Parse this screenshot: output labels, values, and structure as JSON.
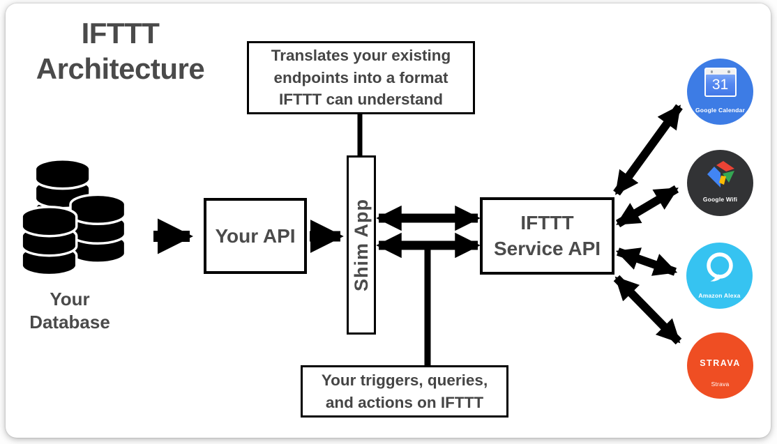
{
  "title": "IFTTT\nArchitecture",
  "callouts": {
    "top": "Translates your existing\nendpoints into a format\nIFTTT can understand",
    "bottom": "Your triggers, queries,\nand actions on IFTTT"
  },
  "nodes": {
    "database": {
      "label": "Your\nDatabase"
    },
    "your_api": {
      "label": "Your API"
    },
    "shim_app": {
      "label": "Shim App"
    },
    "ifttt_service_api": {
      "label": "IFTTT\nService API"
    }
  },
  "services": [
    {
      "name": "Google Calendar",
      "label": "Google Calendar",
      "color": "#3d7ce5",
      "calendar_day": "31"
    },
    {
      "name": "Google Wifi",
      "label": "Google Wifi",
      "color": "#323335"
    },
    {
      "name": "Amazon Alexa",
      "label": "Amazon Alexa",
      "color": "#36c3f1"
    },
    {
      "name": "Strava",
      "label": "Strava",
      "wordmark": "STRAVA",
      "color": "#ef4e23"
    }
  ],
  "colors": {
    "text": "#4a4a4a",
    "arrow": "#000000",
    "box_border": "#000000",
    "google_blue": "#4285F4",
    "google_red": "#EA4335",
    "google_green": "#34A853",
    "google_yellow": "#FBBC05"
  }
}
